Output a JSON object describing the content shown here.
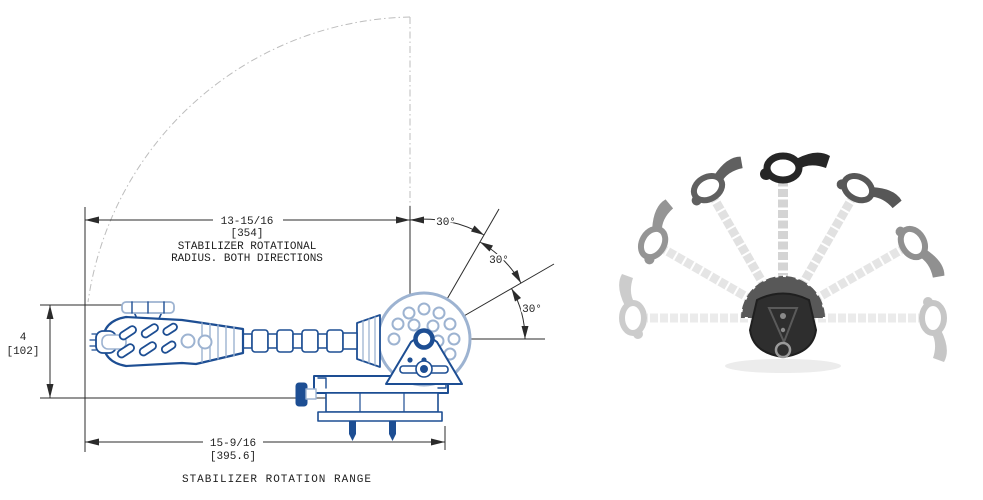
{
  "left_drawing": {
    "dim_rotational_radius": {
      "inches": "13-15/16",
      "mm": "[354]",
      "note1": "STABILIZER ROTATIONAL",
      "note2": "RADIUS.  BOTH DIRECTIONS"
    },
    "dim_height": {
      "inches": "4",
      "mm": "[102]"
    },
    "dim_range": {
      "inches": "15-9/16",
      "mm": "[395.6]"
    },
    "caption": "STABILIZER ROTATION RANGE",
    "angle_labels": [
      "30°",
      "30°",
      "30°"
    ],
    "colors": {
      "outline_blue": "#1d4e93",
      "detail_blue": "#9db3d1",
      "dimension_lines": "#2b2b2b",
      "construction_gray": "#bdbdbd"
    }
  },
  "right_figure": {
    "description": "stabilizer shown in seven rotated positions about clamp base",
    "arm_angles_deg": [
      -90,
      -60,
      -30,
      0,
      30,
      60,
      90
    ],
    "shades": [
      "#9b9b9b",
      "#6d6d6d",
      "#4f4f4f",
      "#262626",
      "#454545",
      "#666666",
      "#8f8f8f"
    ]
  }
}
